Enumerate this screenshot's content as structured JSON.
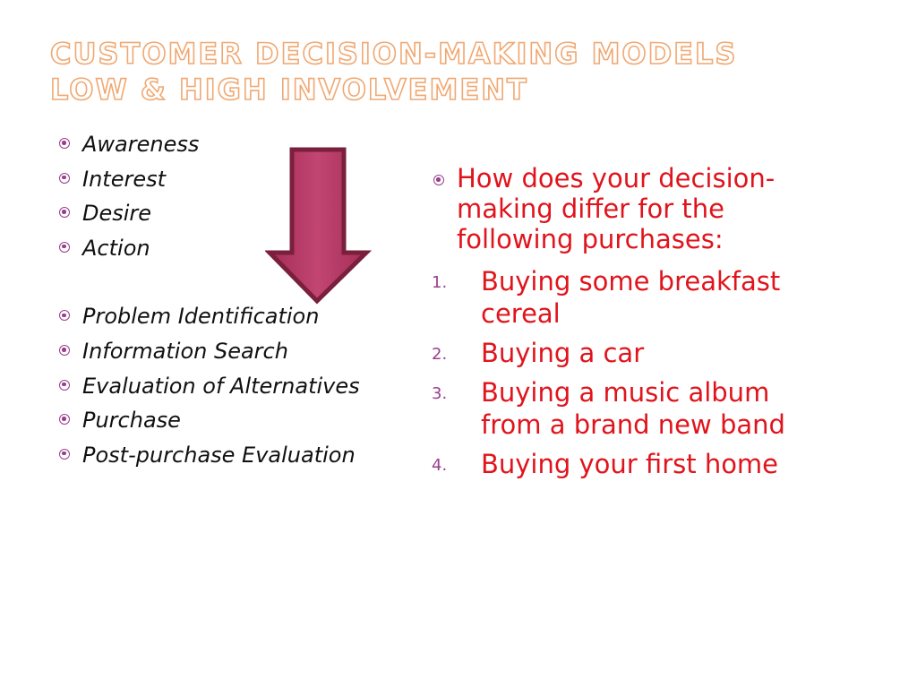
{
  "slide": {
    "title_line1": "Customer Decision-Making Models",
    "title_line2": "Low & High Involvement"
  },
  "left_list": {
    "group1": [
      "Awareness",
      "Interest",
      "Desire",
      "Action"
    ],
    "group2": [
      "Problem Identification",
      "Information Search",
      "Evaluation of Alternatives",
      "Purchase",
      "Post-purchase Evaluation"
    ]
  },
  "right": {
    "question": "How does your decision-making differ for the following purchases:",
    "items": [
      {
        "num": "1.",
        "text": "Buying some breakfast cereal"
      },
      {
        "num": "2.",
        "text": "Buying a car"
      },
      {
        "num": "3.",
        "text": "Buying a music album from a brand new band"
      },
      {
        "num": "4.",
        "text": "Buying your first home"
      }
    ]
  },
  "colors": {
    "title_outline": "#f0a872",
    "bullet": "#9a3e8c",
    "arrow_fill": "#b63a64",
    "arrow_outline": "#7a1f3c",
    "question_text": "#e0141c"
  },
  "icons": {
    "arrow": "down-arrow-icon",
    "bullet": "circle-bullet-icon"
  }
}
